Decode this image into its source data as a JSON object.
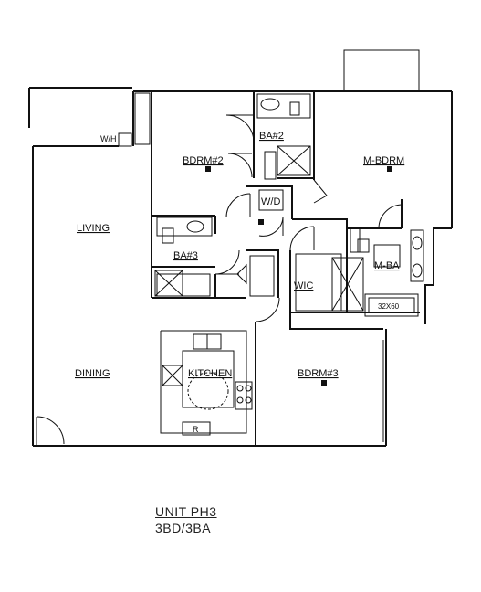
{
  "labels": {
    "living": "LIVING",
    "dining": "DINING",
    "kitchen": "KITCHEN",
    "bdrm2": "BDRM#2",
    "ba2": "BA#2",
    "ba3": "BA#3",
    "wd": "W/D",
    "wic": "WIC",
    "mbdrm": "M-BDRM",
    "mba": "M-BA",
    "tub": "32X60",
    "bdrm3": "BDRM#3",
    "wh": "W/H",
    "range": "R"
  },
  "caption": {
    "unit": "UNIT PH3",
    "beds": "3BD/3BA"
  }
}
